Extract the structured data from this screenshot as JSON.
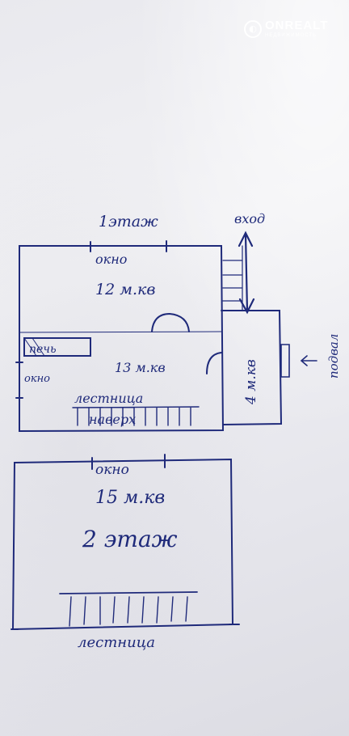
{
  "watermark": {
    "brand": "ONREALT",
    "subtitle": "НЕДВИЖИМОСТЬ"
  },
  "floor1": {
    "title": "1этаж",
    "entrance": "вход",
    "window_top": "окно",
    "room_a_area": "12 м.кв",
    "stove": "печь",
    "window_left": "окно",
    "room_b_area": "13 м.кв",
    "stairs": "лестница",
    "stairs_up": "наверх",
    "vestibule_area": "4 м.кв",
    "cellar": "подвал"
  },
  "floor2": {
    "window": "окно",
    "area": "15 м.кв",
    "title": "2 этаж",
    "stairs": "лестница"
  },
  "colors": {
    "ink": "#1f2a7a",
    "paper": "#ececf0"
  }
}
